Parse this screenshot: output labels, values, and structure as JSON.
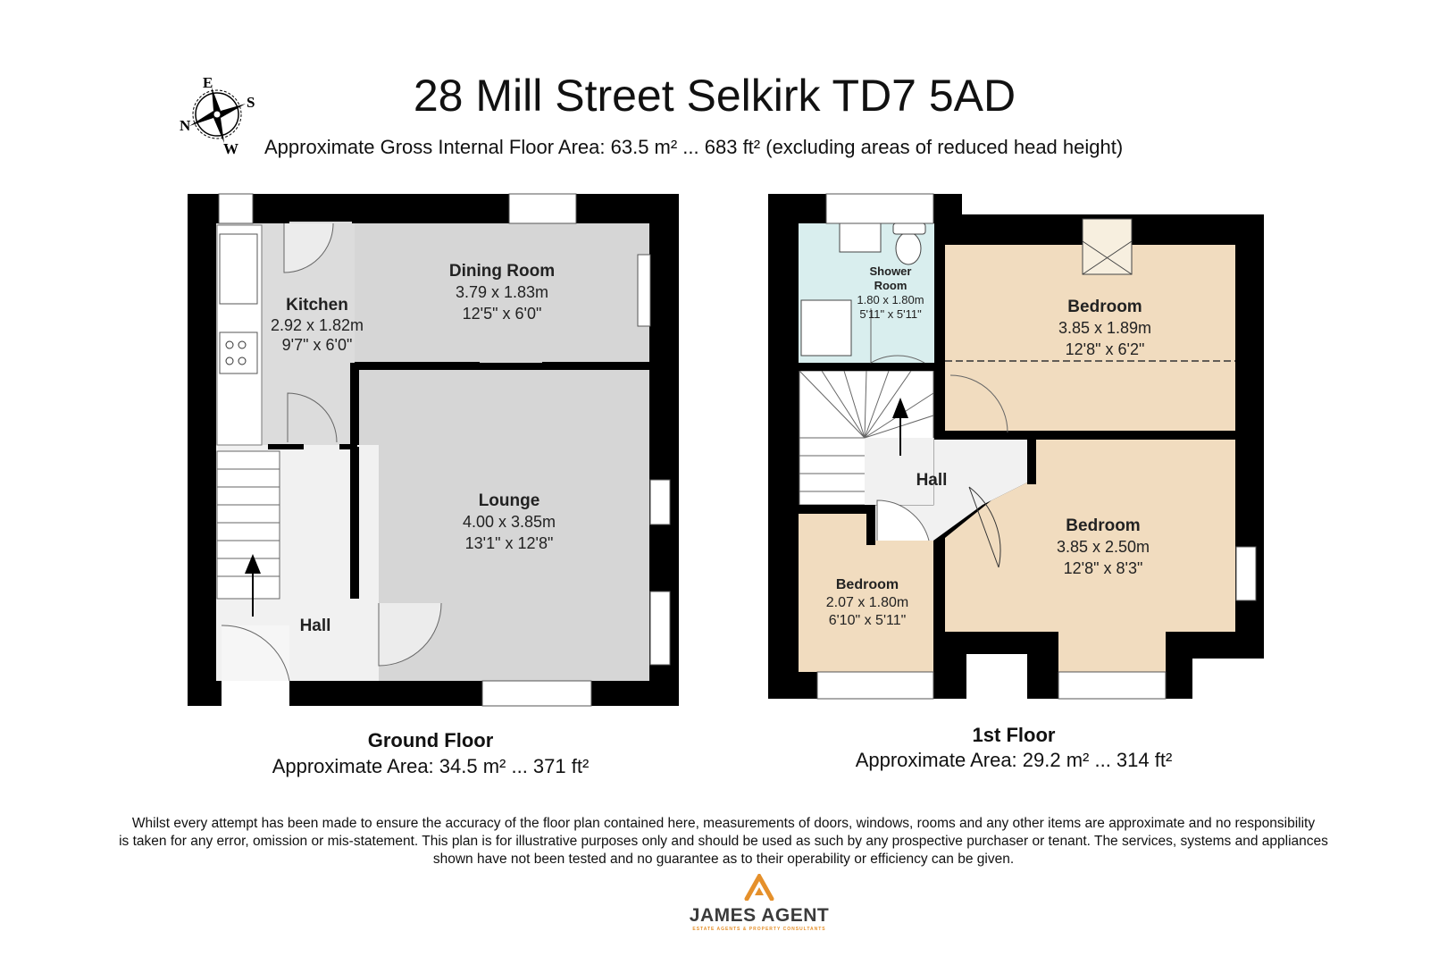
{
  "header": {
    "title": "28 Mill Street Selkirk TD7 5AD",
    "subtitle": "Approximate Gross Internal Floor Area: 63.5 m² ... 683 ft² (excluding areas of reduced head height)"
  },
  "compass": {
    "icon": "compass-rose-icon",
    "n": "N",
    "e": "E",
    "s": "S",
    "w": "W"
  },
  "ground_floor": {
    "name": "Ground Floor",
    "area": "Approximate Area: 34.5 m² ... 371 ft²",
    "rooms": {
      "kitchen": {
        "label": "Kitchen",
        "metric": "2.92 x 1.82m",
        "imperial": "9'7\" x 6'0\""
      },
      "dining": {
        "label": "Dining Room",
        "metric": "3.79 x 1.83m",
        "imperial": "12'5\" x 6'0\""
      },
      "lounge": {
        "label": "Lounge",
        "metric": "4.00 x 3.85m",
        "imperial": "13'1\" x 12'8\""
      },
      "hall": {
        "label": "Hall"
      }
    }
  },
  "first_floor": {
    "name": "1st Floor",
    "area": "Approximate Area: 29.2 m² ... 314 ft²",
    "rooms": {
      "shower": {
        "label_1": "Shower",
        "label_2": "Room",
        "metric": "1.80 x 1.80m",
        "imperial": "5'11\" x 5'11\""
      },
      "bedroom1": {
        "label": "Bedroom",
        "metric": "3.85 x 1.89m",
        "imperial": "12'8\" x 6'2\""
      },
      "bedroom2": {
        "label": "Bedroom",
        "metric": "3.85 x 2.50m",
        "imperial": "12'8\" x 8'3\""
      },
      "bedroom3": {
        "label": "Bedroom",
        "metric": "2.07 x 1.80m",
        "imperial": "6'10\" x 5'11\""
      },
      "hall": {
        "label": "Hall"
      }
    }
  },
  "disclaimer": {
    "line1": "Whilst every attempt has been made to ensure the accuracy of the floor plan contained here, measurements of doors, windows, rooms and any other items are approximate and no responsibility",
    "line2": "is taken for any error, omission or mis-statement. This plan is for illustrative purposes only and should be used as such by any prospective purchaser or tenant. The services, systems and appliances",
    "line3": "shown have not been tested and no guarantee as to their operability or efficiency can be given."
  },
  "logo": {
    "name": "JAMES AGENT",
    "tagline": "ESTATE AGENTS & PROPERTY CONSULTANTS"
  },
  "colors": {
    "wall": "#000000",
    "ground_rooms": "#d6d6d6",
    "hall": "#f1f1f1",
    "shower": "#d9eeee",
    "bedroom": "#f1dcbf",
    "logo_accent": "#e5902b",
    "logo_text": "#3b3b3b"
  }
}
